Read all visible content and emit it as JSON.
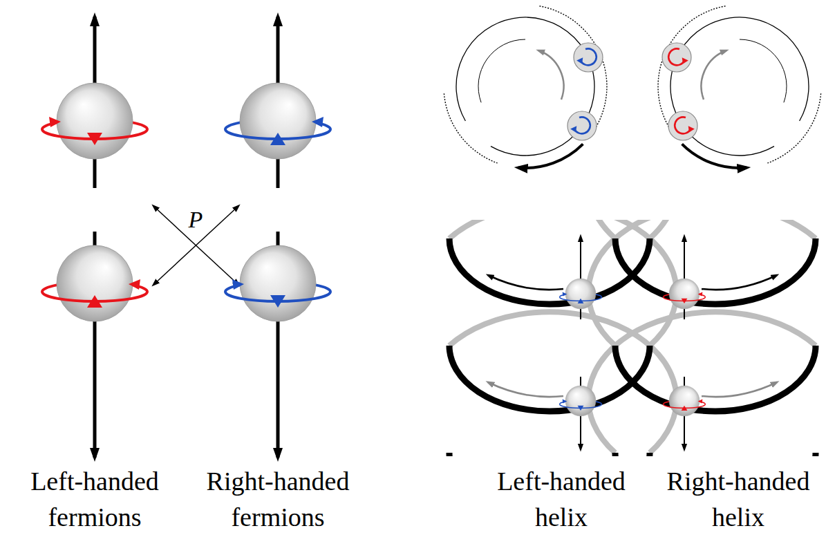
{
  "diagram": {
    "labels": [
      "P",
      "Left-handed fermions",
      "Right-handed fermions",
      "Left-handed helix",
      "Right-handed helix"
    ]
  }
}
